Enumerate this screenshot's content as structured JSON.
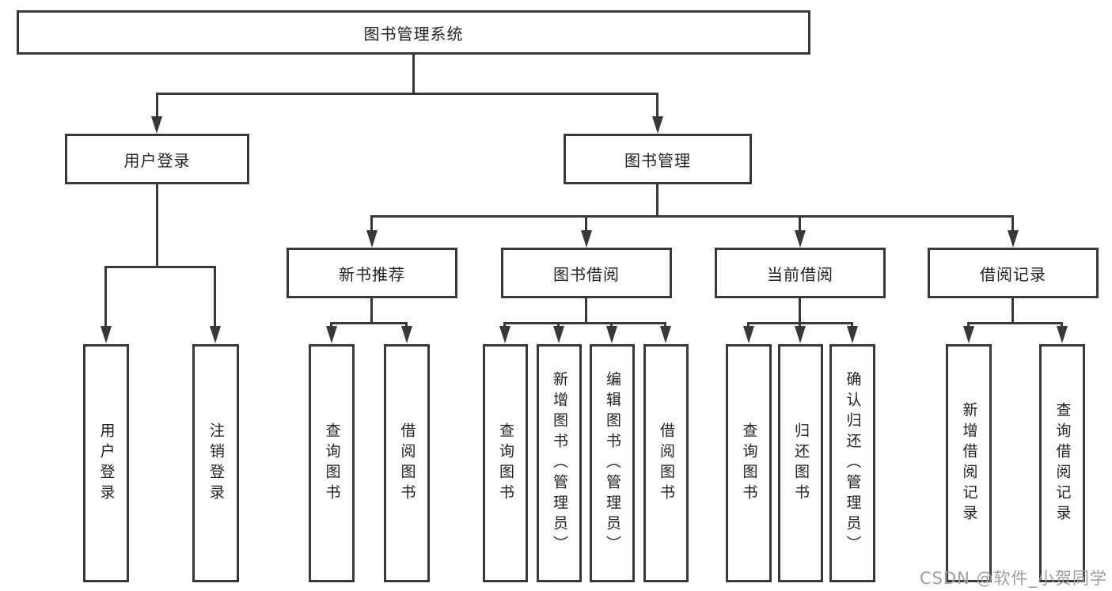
{
  "tree": {
    "root": {
      "label": "图书管理系统"
    },
    "login": {
      "label": "用户登录",
      "children": [
        {
          "label": "用户登录"
        },
        {
          "label": "注销登录"
        }
      ]
    },
    "management": {
      "label": "图书管理",
      "sections": [
        {
          "label": "新书推荐",
          "children": [
            {
              "label": "查询图书"
            },
            {
              "label": "借阅图书"
            }
          ]
        },
        {
          "label": "图书借阅",
          "children": [
            {
              "label": "查询图书"
            },
            {
              "label": "新增图书（管理员）"
            },
            {
              "label": "编辑图书（管理员）"
            },
            {
              "label": "借阅图书"
            }
          ]
        },
        {
          "label": "当前借阅",
          "children": [
            {
              "label": "查询图书"
            },
            {
              "label": "归还图书"
            },
            {
              "label": "确认归还（管理员）"
            }
          ]
        },
        {
          "label": "借阅记录",
          "children": [
            {
              "label": "新增借阅记录"
            },
            {
              "label": "查询借阅记录"
            }
          ]
        }
      ]
    }
  },
  "watermark": {
    "text": "CSDN @软件_小贺同学"
  },
  "colors": {
    "line": "#383838",
    "text": "#222222",
    "background": "#ffffff",
    "watermark": "#9e9e9e"
  }
}
